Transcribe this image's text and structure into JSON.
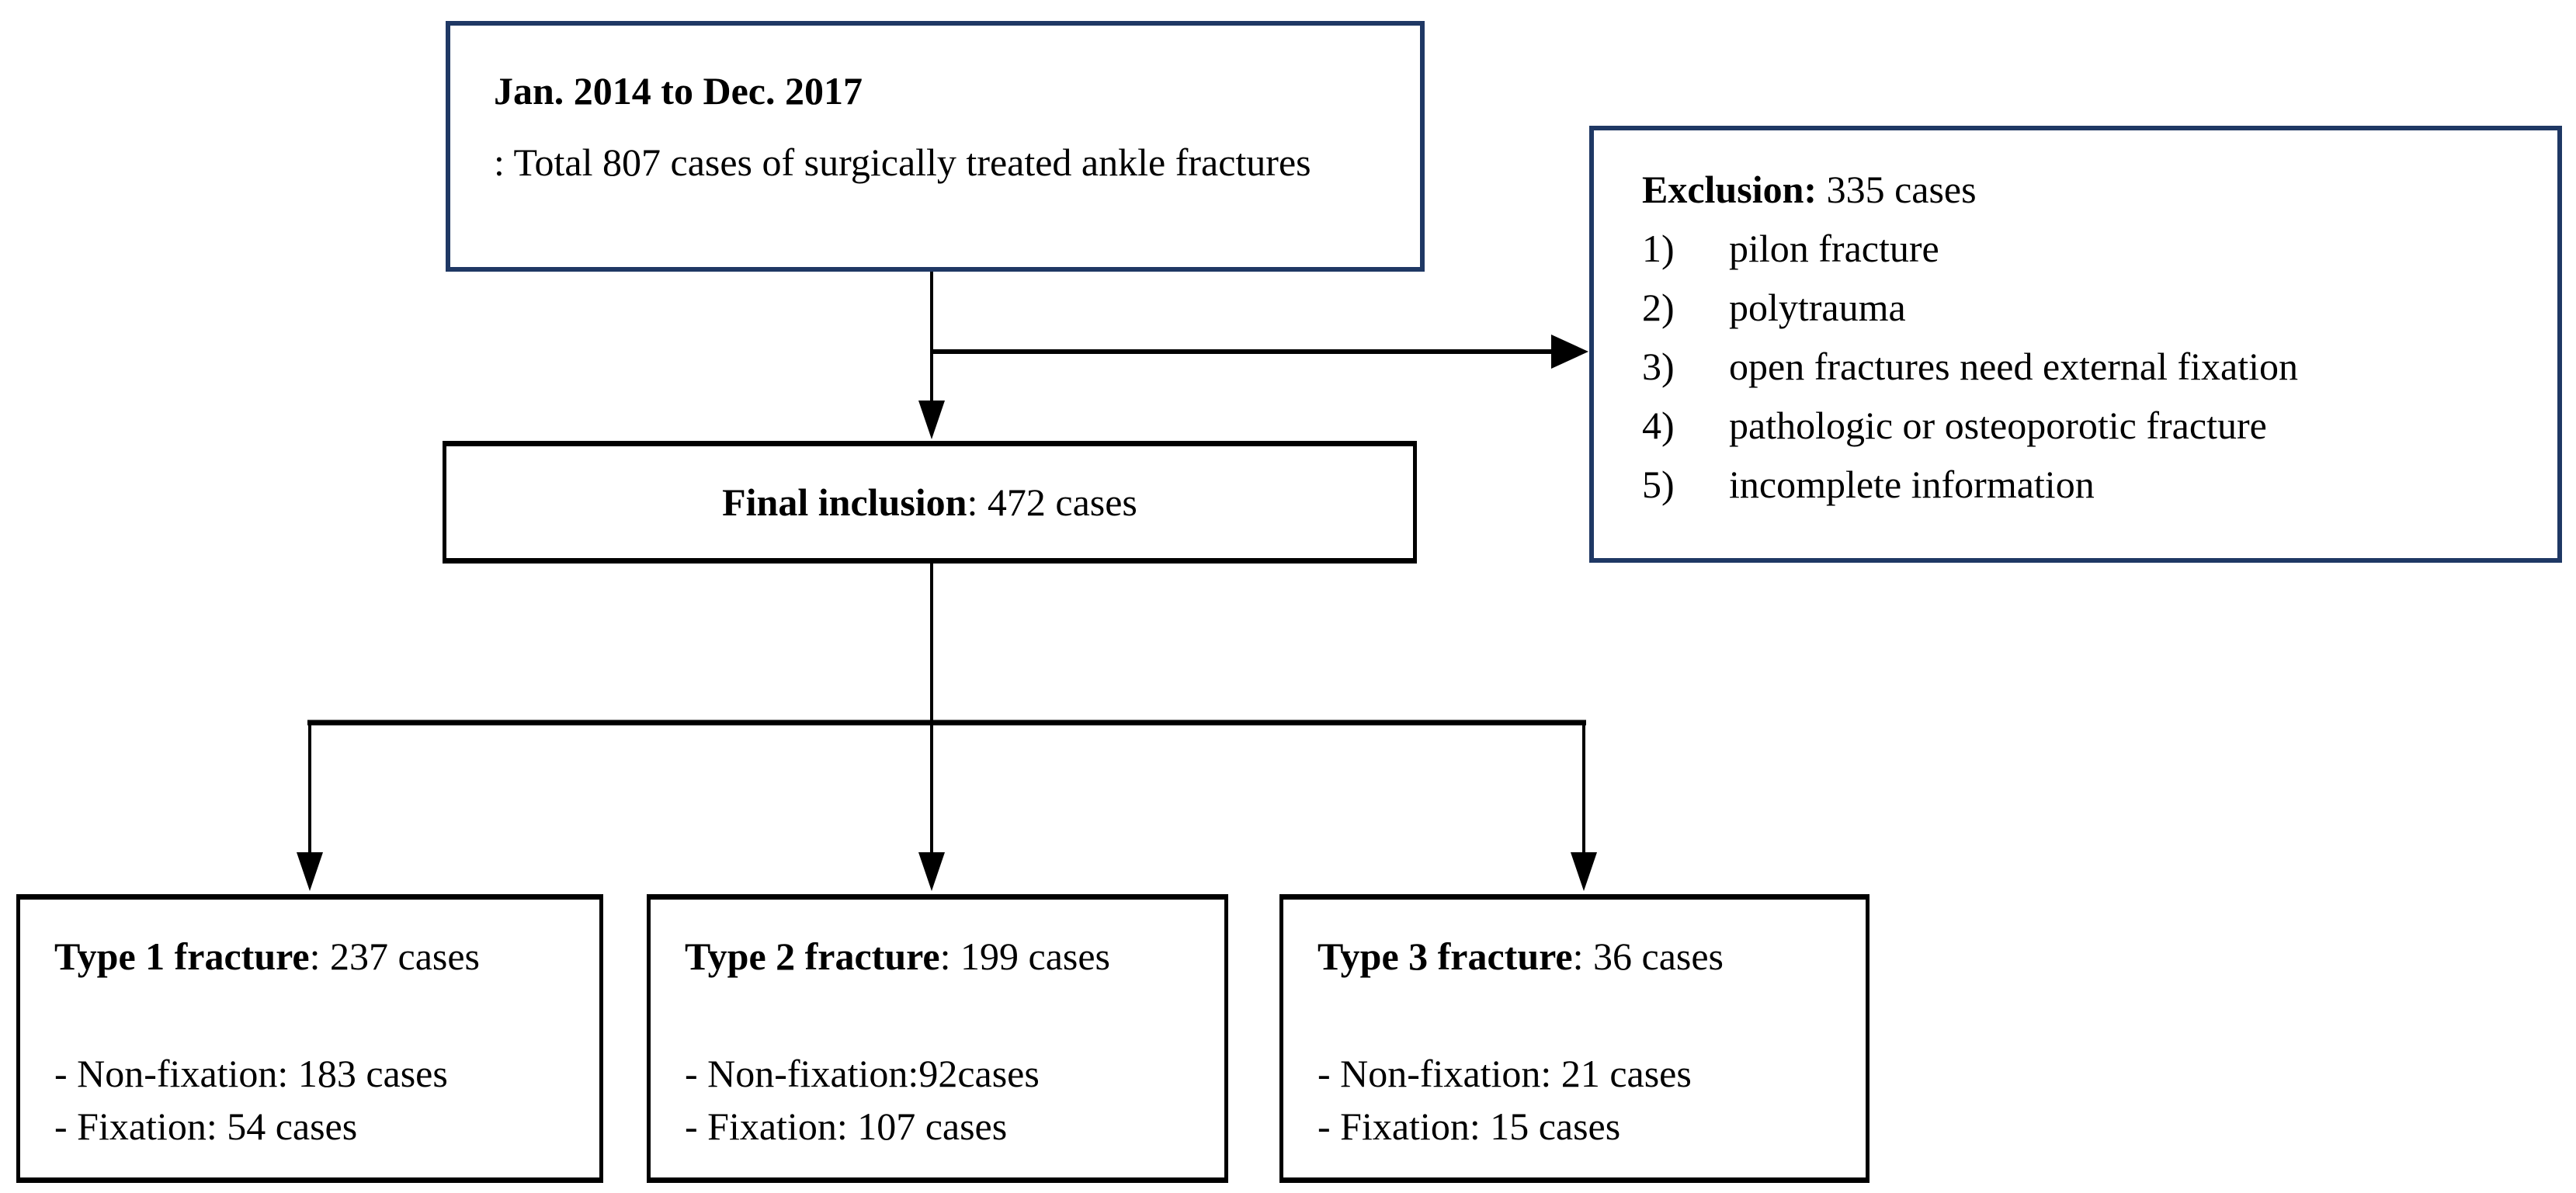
{
  "colors": {
    "navy_border": "#1f3864",
    "black_border": "#000000",
    "text": "#000000",
    "background": "#ffffff"
  },
  "boxes": {
    "period": {
      "title": "Jan. 2014 to Dec. 2017",
      "body": ": Total 807 cases of surgically treated ankle fractures"
    },
    "exclusion": {
      "heading_bold": "Exclusion:",
      "heading_rest": " 335 cases",
      "items": [
        {
          "num": "1)",
          "label": "pilon fracture"
        },
        {
          "num": "2)",
          "label": "polytrauma"
        },
        {
          "num": "3)",
          "label": "open fractures need external fixation"
        },
        {
          "num": "4)",
          "label": "pathologic or osteoporotic fracture"
        },
        {
          "num": "5)",
          "label": "incomplete information"
        }
      ]
    },
    "inclusion": {
      "title_bold": "Final inclusion",
      "title_rest": ": 472 cases"
    },
    "types": [
      {
        "title_bold": "Type 1 fracture",
        "title_rest": ": 237 cases",
        "non_fixation": "- Non-fixation: 183 cases",
        "fixation": "- Fixation: 54 cases"
      },
      {
        "title_bold": "Type 2 fracture",
        "title_rest": ": 199 cases",
        "non_fixation": "- Non-fixation:92cases",
        "fixation": "- Fixation: 107 cases"
      },
      {
        "title_bold": "Type 3 fracture",
        "title_rest": ": 36 cases",
        "non_fixation": "- Non-fixation: 21 cases",
        "fixation": "- Fixation: 15 cases"
      }
    ]
  }
}
